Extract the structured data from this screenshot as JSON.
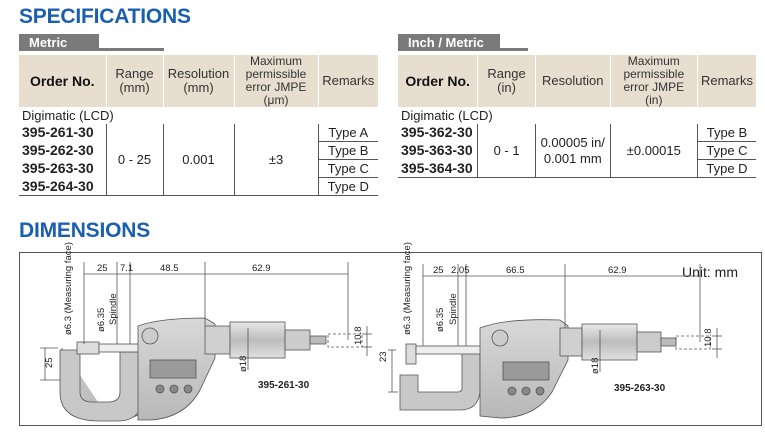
{
  "headings": {
    "specifications": "SPECIFICATIONS",
    "dimensions": "DIMENSIONS"
  },
  "metric": {
    "tab": "Metric",
    "headers": {
      "order": "Order No.",
      "range": "Range (mm)",
      "resolution": "Resolution (mm)",
      "error_line1": "Maximum",
      "error_line2": "permissible",
      "error_line3": "error JMPE (μm)",
      "remarks": "Remarks"
    },
    "group_caption": "Digimatic (LCD)",
    "range": "0 - 25",
    "resolution": "0.001",
    "error": "±3",
    "rows": [
      {
        "order": "395-261-30",
        "remark": "Type A"
      },
      {
        "order": "395-262-30",
        "remark": "Type B"
      },
      {
        "order": "395-263-30",
        "remark": "Type C"
      },
      {
        "order": "395-264-30",
        "remark": "Type D"
      }
    ]
  },
  "inch": {
    "tab": "Inch / Metric",
    "headers": {
      "order": "Order No.",
      "range": "Range (in)",
      "resolution": "Resolution",
      "error_line1": "Maximum",
      "error_line2": "permissible",
      "error_line3": "error JMPE (in)",
      "remarks": "Remarks"
    },
    "group_caption": "Digimatic (LCD)",
    "range": "0 - 1",
    "resolution_line1": "0.00005 in/",
    "resolution_line2": "0.001 mm",
    "error": "±0.00015",
    "rows": [
      {
        "order": "395-362-30",
        "remark": "Type B"
      },
      {
        "order": "395-363-30",
        "remark": "Type C"
      },
      {
        "order": "395-364-30",
        "remark": "Type D"
      }
    ]
  },
  "dimensions": {
    "unit": "Unit: mm",
    "left": {
      "model": "395-261-30",
      "d_face": "ø6.3 (Measuring face)",
      "d_spindle": "ø6.35",
      "spindle_word": "Spindle",
      "dims": [
        "25",
        "7.1",
        "48.5",
        "62.9"
      ],
      "height": "25",
      "thimble": "ø18",
      "right": "10.8"
    },
    "right": {
      "model": "395-263-30",
      "d_face": "ø6.3 (Measuring face)",
      "d_spindle": "ø6.35",
      "spindle_word": "Spindle",
      "dims": [
        "25",
        "2.05",
        "66.5",
        "62.9"
      ],
      "height": "23",
      "thimble": "ø18",
      "right": "10.8"
    }
  }
}
